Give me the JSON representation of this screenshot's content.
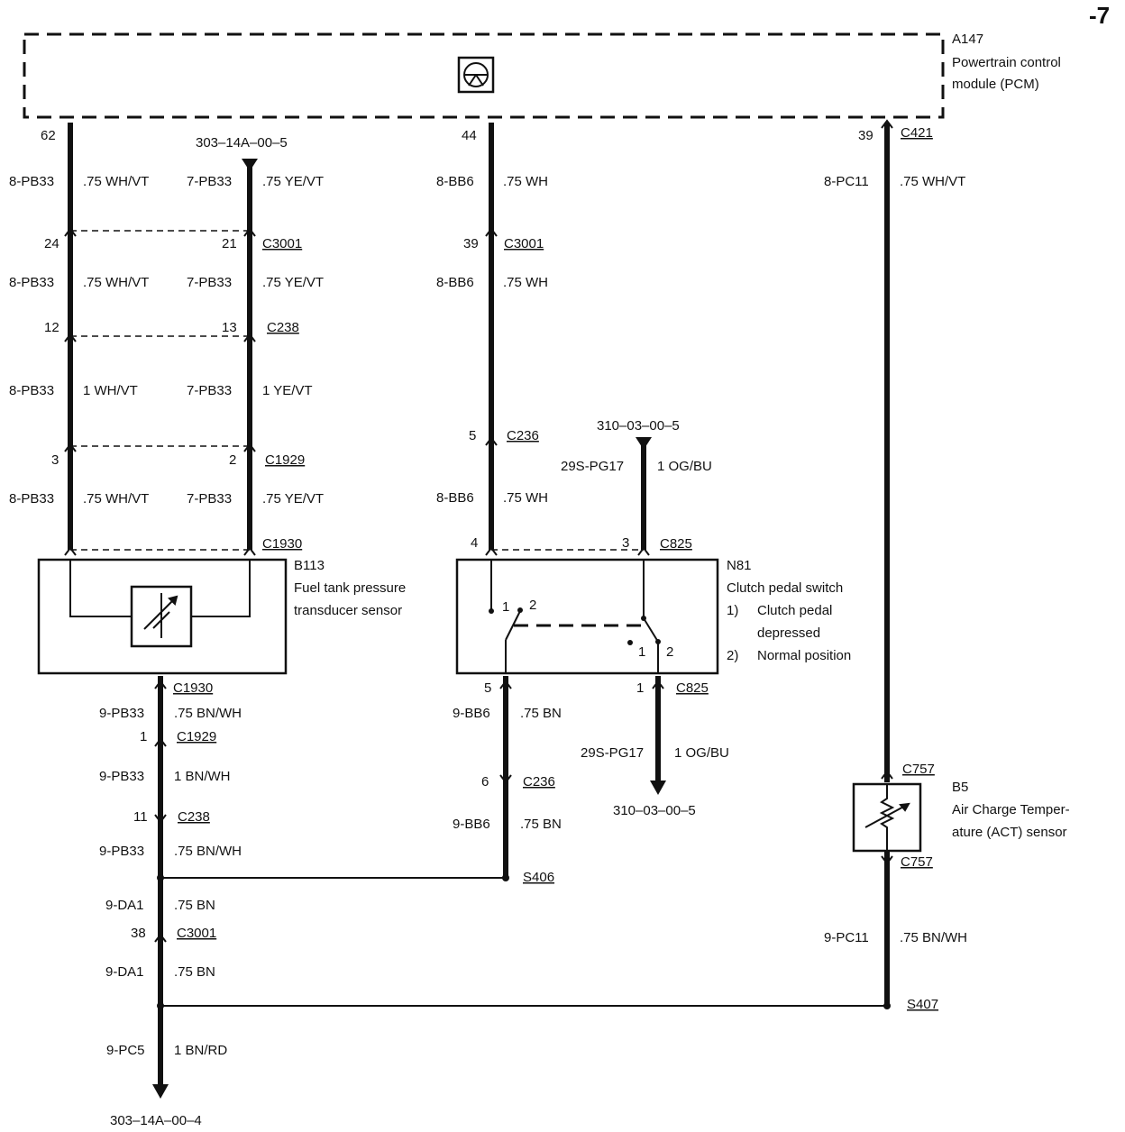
{
  "page_label": "-7",
  "pcm": {
    "id": "A147",
    "name": [
      "Powertrain control",
      "module (PCM)"
    ]
  },
  "pins": {
    "p62": "62",
    "p44": "44",
    "p39": "39",
    "p24": "24",
    "p21": "21",
    "p39b": "39",
    "p12": "12",
    "p13": "13",
    "p5": "5",
    "p3": "3",
    "p2": "2",
    "p4": "4",
    "p3b": "3",
    "p5b": "5",
    "p1": "1",
    "p1b": "1",
    "p6": "6",
    "p11": "11",
    "p38": "38"
  },
  "connectors": {
    "c421": "C421",
    "c3001a": "C3001",
    "c3001b": "C3001",
    "c238a": "C238",
    "c236a": "C236",
    "c1929a": "C1929",
    "c1930a": "C1930",
    "c825a": "C825",
    "c1930b": "C1930",
    "c825b": "C825",
    "c1929b": "C1929",
    "c236b": "C236",
    "c238b": "C238",
    "c757a": "C757",
    "c757b": "C757",
    "s406": "S406",
    "c3001c": "C3001",
    "s407": "S407"
  },
  "refs": {
    "r1": "303–14A–00–5",
    "r2": "310–03–00–5",
    "r3": "310–03–00–5",
    "r4": "303–14A–00–4"
  },
  "wires": {
    "a1": "8-PB33",
    "a2": ".75 WH/VT",
    "a3": "7-PB33",
    "a4": ".75 YE/VT",
    "a5": "8-BB6",
    "a6": ".75 WH",
    "a7": "8-PC11",
    "a8": ".75 WH/VT",
    "b1": "8-PB33",
    "b2": ".75 WH/VT",
    "b3": "7-PB33",
    "b4": ".75 YE/VT",
    "b5": "8-BB6",
    "b6": ".75 WH",
    "c1": "8-PB33",
    "c2": "1 WH/VT",
    "c3": "7-PB33",
    "c4": "1 YE/VT",
    "d1": "29S-PG17",
    "d2": "1 OG/BU",
    "e1": "8-PB33",
    "e2": ".75 WH/VT",
    "e3": "7-PB33",
    "e4": ".75 YE/VT",
    "e5": "8-BB6",
    "e6": ".75 WH",
    "f1": "9-PB33",
    "f2": ".75 BN/WH",
    "f3": "9-BB6",
    "f4": ".75 BN",
    "g1": "29S-PG17",
    "g2": "1 OG/BU",
    "h1": "9-PB33",
    "h2": "1 BN/WH",
    "i1": "9-BB6",
    "i2": ".75 BN",
    "j1": "9-PB33",
    "j2": ".75 BN/WH",
    "k1": "9-DA1",
    "k2": ".75 BN",
    "l1": "9-PC11",
    "l2": ".75 BN/WH",
    "m1": "9-DA1",
    "m2": ".75 BN",
    "n1": "9-PC5",
    "n2": "1 BN/RD"
  },
  "b113": {
    "id": "B113",
    "name": [
      "Fuel tank pressure",
      "transducer sensor"
    ]
  },
  "n81": {
    "id": "N81",
    "name": "Clutch pedal switch",
    "opt1_num": "1)",
    "opt1": [
      "Clutch pedal",
      "depressed"
    ],
    "opt2_num": "2)",
    "opt2": "Normal position",
    "sw1": "1",
    "sw2": "2",
    "sw3": "1",
    "sw4": "2"
  },
  "b5": {
    "id": "B5",
    "name": [
      "Air Charge Temper-",
      "ature (ACT) sensor"
    ]
  }
}
